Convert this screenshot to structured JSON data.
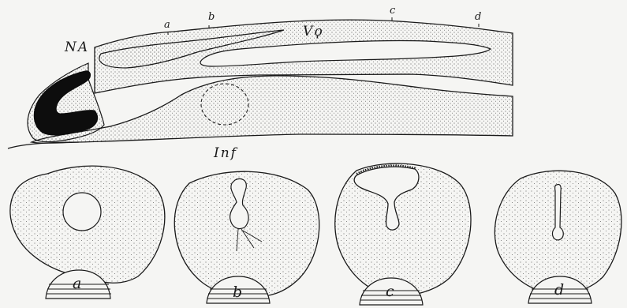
{
  "figure": {
    "labels": {
      "na": "NA",
      "vq": "Vϙ",
      "inf": "Inf",
      "point_a": "a",
      "point_b": "b",
      "point_c": "c",
      "point_d": "d"
    },
    "sections": [
      {
        "label": "a"
      },
      {
        "label": "b"
      },
      {
        "label": "c"
      },
      {
        "label": "d"
      }
    ],
    "colors": {
      "ink": "#1a1a1a",
      "paper": "#f5f5f3",
      "stipple": "#3a3a3a"
    }
  }
}
